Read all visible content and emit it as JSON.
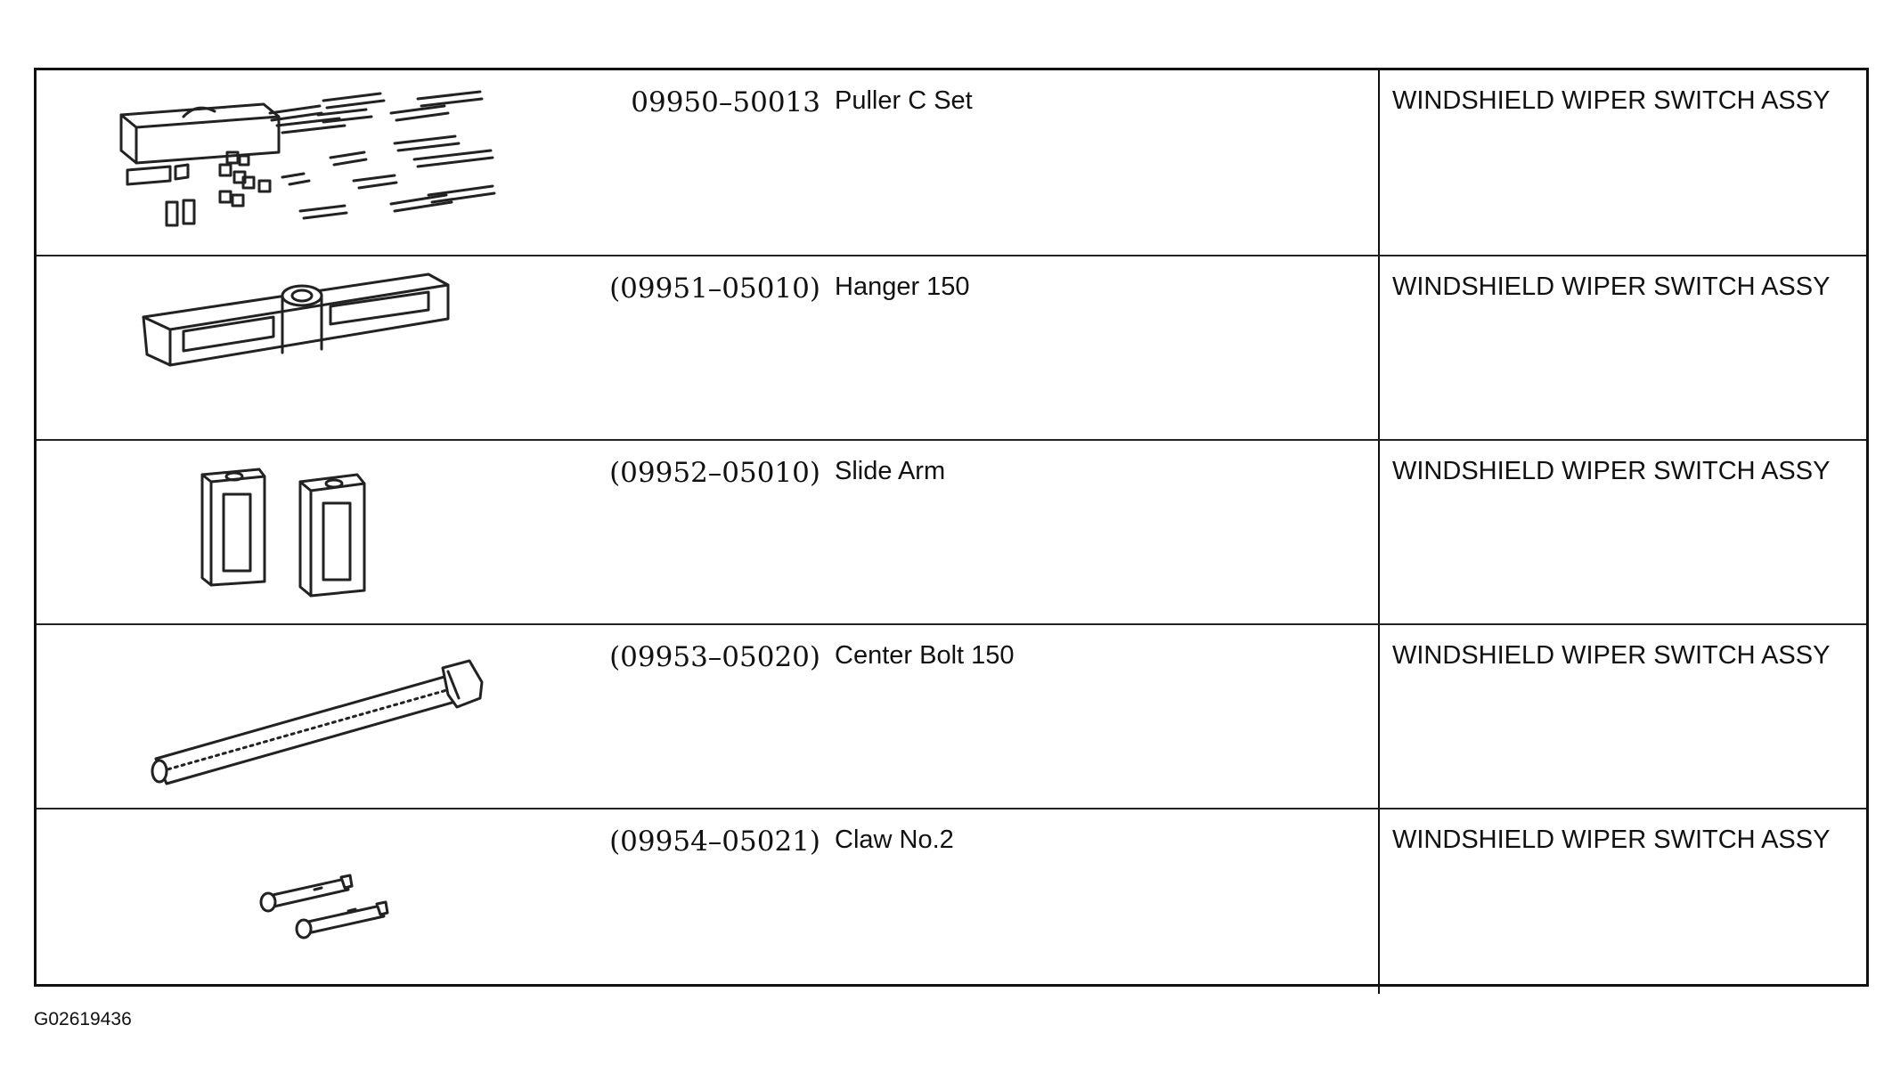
{
  "figure_id": "G02619436",
  "rows": [
    {
      "part_no": "09950–50013",
      "name": "Puller C Set",
      "use": "WINDSHIELD WIPER SWITCH ASSY",
      "illustration": "puller-set-icon"
    },
    {
      "part_no": "(09951–05010)",
      "name": "Hanger 150",
      "use": "WINDSHIELD WIPER SWITCH ASSY",
      "illustration": "hanger-icon"
    },
    {
      "part_no": "(09952–05010)",
      "name": "Slide Arm",
      "use": "WINDSHIELD WIPER SWITCH ASSY",
      "illustration": "slide-arm-icon"
    },
    {
      "part_no": "(09953–05020)",
      "name": "Center Bolt 150",
      "use": "WINDSHIELD WIPER SWITCH ASSY",
      "illustration": "center-bolt-icon"
    },
    {
      "part_no": "(09954–05021)",
      "name": "Claw No.2",
      "use": "WINDSHIELD WIPER SWITCH ASSY",
      "illustration": "claw-icon"
    }
  ]
}
